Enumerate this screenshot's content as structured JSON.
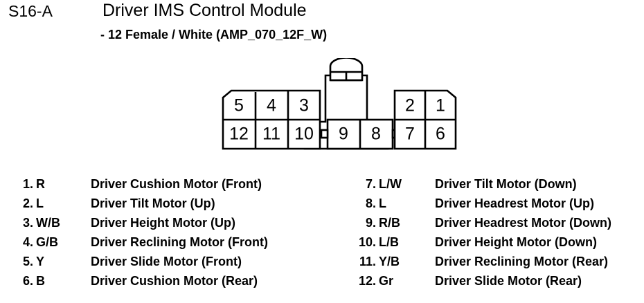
{
  "header": {
    "connector_code": "S16-A",
    "module_title": "Driver IMS Control Module",
    "subtitle": "- 12 Female / White (AMP_070_12F_W)"
  },
  "connector": {
    "latch_icon": "connector-latch-tab",
    "top_row_left": [
      "5",
      "4",
      "3"
    ],
    "top_row_right": [
      "2",
      "1"
    ],
    "bottom_row_left": [
      "12",
      "11",
      "10"
    ],
    "bottom_row_middle": [
      "9",
      "8"
    ],
    "bottom_row_right": [
      "7",
      "6"
    ]
  },
  "legend": {
    "left": [
      {
        "index": "1.",
        "wire": "R",
        "desc": "Driver Cushion Motor (Front)"
      },
      {
        "index": "2.",
        "wire": "L",
        "desc": "Driver Tilt Motor (Up)"
      },
      {
        "index": "3.",
        "wire": "W/B",
        "desc": "Driver Height Motor (Up)"
      },
      {
        "index": "4.",
        "wire": "G/B",
        "desc": "Driver Reclining Motor (Front)"
      },
      {
        "index": "5.",
        "wire": "Y",
        "desc": "Driver Slide Motor (Front)"
      },
      {
        "index": "6.",
        "wire": "B",
        "desc": "Driver Cushion Motor (Rear)"
      }
    ],
    "right": [
      {
        "index": "7.",
        "wire": "L/W",
        "desc": "Driver Tilt Motor (Down)"
      },
      {
        "index": "8.",
        "wire": "L",
        "desc": "Driver Headrest Motor (Up)"
      },
      {
        "index": "9.",
        "wire": "R/B",
        "desc": "Driver Headrest Motor (Down)"
      },
      {
        "index": "10.",
        "wire": "L/B",
        "desc": "Driver Height Motor (Down)"
      },
      {
        "index": "11.",
        "wire": "Y/B",
        "desc": "Driver Reclining Motor (Rear)"
      },
      {
        "index": "12.",
        "wire": "Gr",
        "desc": "Driver Slide Motor (Rear)"
      }
    ]
  }
}
